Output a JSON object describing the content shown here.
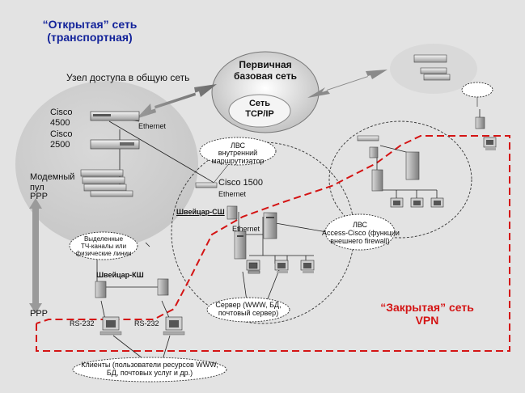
{
  "open_network": {
    "title_line1": "“Открытая” сеть",
    "title_line2": "(транспортная)",
    "color": "#13239a"
  },
  "closed_network": {
    "title_line1": "“Закрытая” сеть",
    "title_line2": "VPN",
    "color": "#d41414"
  },
  "core": {
    "line1": "Первичная",
    "line2": "базовая сеть",
    "inner_line1": "Сеть",
    "inner_line2": "TCP/IP"
  },
  "access_node": {
    "caption": "Узел доступа в общую сеть"
  },
  "devices": {
    "cisco4500_line1": "Cisco",
    "cisco4500_line2": "4500",
    "cisco2500_line1": "Cisco",
    "cisco2500_line2": "2500",
    "modem_line1": "Модемный",
    "modem_line2": "пул",
    "ppp_top": "PPP",
    "ppp_bottom": "PPP",
    "ethernet_top": "Ethernet",
    "cisco1500": "Cisco 1500",
    "ethernet_mid": "Ethernet",
    "ethernet_lan": "Ethernet",
    "switch_sh": "Швейцар-СШ",
    "switch_ksh": "Швейцар-КШ",
    "rs232_left": "RS-232",
    "rs232_right": "RS-232"
  },
  "bubbles": {
    "router_lan_line1": "ЛВС",
    "router_lan_line2": "внутренний",
    "router_lan_line3": "маршрутизатор",
    "leased_line1": "Выделенные",
    "leased_line2": "ТЧ-каналы или",
    "leased_line3": "физические линии",
    "access_lan_line1": "ЛВС",
    "access_lan_line2": "Access-Cisco (функции",
    "access_lan_line3": "внешнего firewall)",
    "server_line1": "Сервер (WWW, БД,",
    "server_line2": "почтовый сервер)",
    "client_line1": "Клиенты (пользователи ресурсов WWW,",
    "client_line2": "БД, почтовых услуг и др.)"
  }
}
